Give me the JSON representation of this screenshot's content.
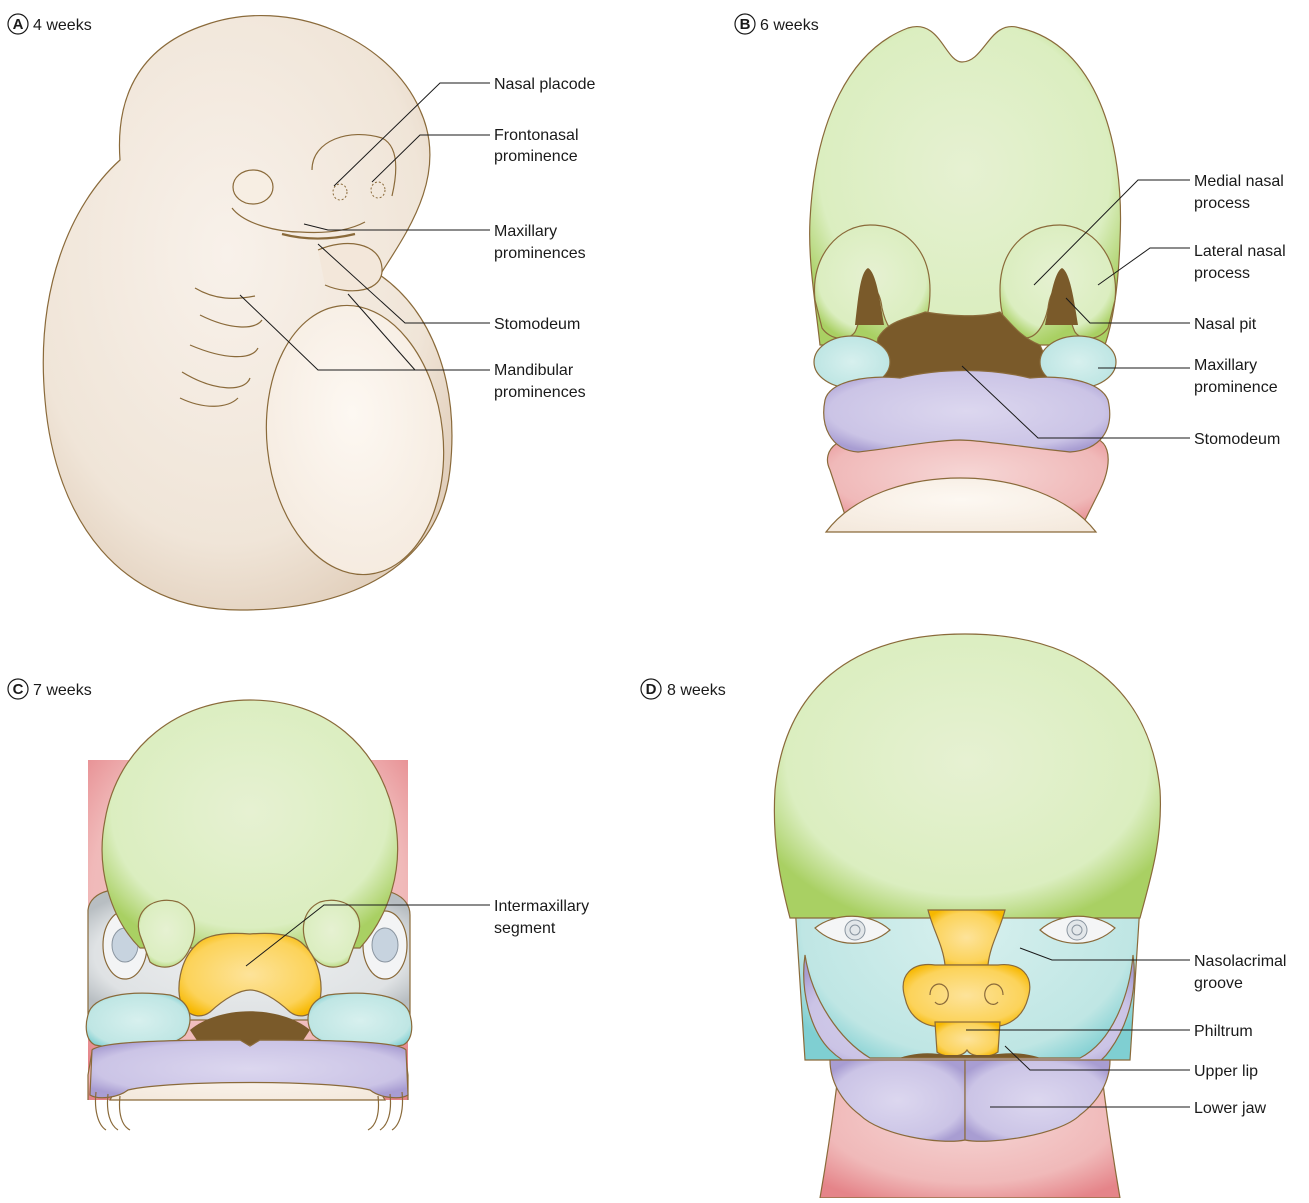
{
  "panels": {
    "a": {
      "letter": "A",
      "title": "4 weeks",
      "labels": {
        "nasal_placode": "Nasal placode",
        "frontonasal_1": "Frontonasal",
        "frontonasal_2": "prominence",
        "maxillary_1": "Maxillary",
        "maxillary_2": "prominences",
        "stomodeum": "Stomodeum",
        "mandibular_1": "Mandibular",
        "mandibular_2": "prominences"
      }
    },
    "b": {
      "letter": "B",
      "title": "6 weeks",
      "labels": {
        "medial_nasal_1": "Medial nasal",
        "medial_nasal_2": "process",
        "lateral_nasal_1": "Lateral nasal",
        "lateral_nasal_2": "process",
        "nasal_pit": "Nasal pit",
        "maxillary_1": "Maxillary",
        "maxillary_2": "prominence",
        "stomodeum": "Stomodeum"
      }
    },
    "c": {
      "letter": "C",
      "title": "7 weeks",
      "labels": {
        "intermaxillary_1": "Intermaxillary",
        "intermaxillary_2": "segment"
      }
    },
    "d": {
      "letter": "D",
      "title": "8 weeks",
      "labels": {
        "nasolacrimal_1": "Nasolacrimal",
        "nasolacrimal_2": "groove",
        "philtrum": "Philtrum",
        "upper_lip": "Upper lip",
        "lower_jaw": "Lower jaw"
      }
    }
  },
  "colors": {
    "frontonasal_green": "#c9e39a",
    "maxillary_teal": "#a9dcdc",
    "mandibular_lavender": "#c3bce0",
    "intermaxillary_yellow": "#fcc73a",
    "stomodeum_brown": "#7a5a2a",
    "embryo_beige": "#efe3d6",
    "neck_pink": "#efa3a8",
    "grey": "#cfd3d6"
  }
}
